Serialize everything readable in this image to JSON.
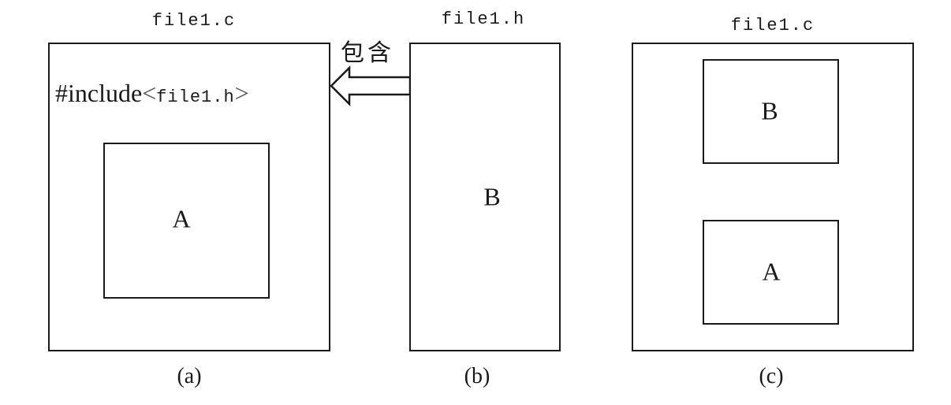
{
  "panel_a": {
    "file_label": "file1.c",
    "include_prefix": "#include",
    "include_open": "<",
    "include_file": "file1.h",
    "include_close": ">",
    "inner_box_label": "A",
    "caption": "(a)"
  },
  "arrow": {
    "label": "包含",
    "direction": "from file1.h to file1.c"
  },
  "panel_b": {
    "file_label": "file1.h",
    "box_label": "B",
    "caption": "(b)"
  },
  "panel_c": {
    "file_label": "file1.c",
    "top_box_label": "B",
    "bottom_box_label": "A",
    "caption": "(c)"
  }
}
